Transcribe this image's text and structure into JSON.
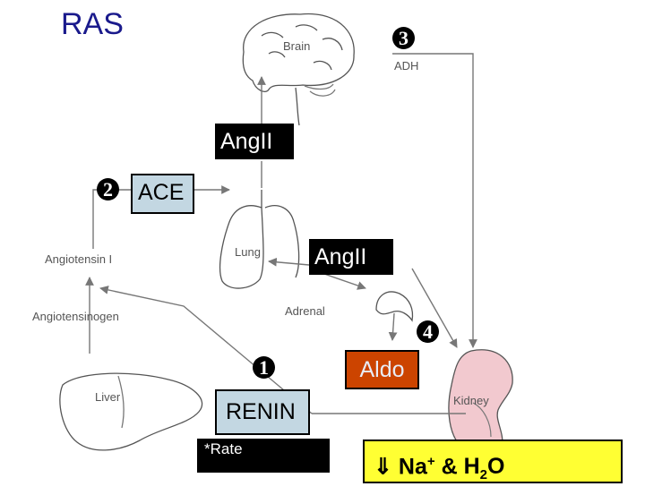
{
  "title": "RAS",
  "steps": {
    "one": "1",
    "two": "2",
    "three": "3",
    "four": "4"
  },
  "boxes": {
    "angii_top": "AngII",
    "ace": "ACE",
    "angii_mid": "AngII",
    "aldo": "Aldo",
    "renin": "RENIN",
    "rate": "*Rate",
    "effect_arrow": "⇓",
    "effect_na": "Na",
    "effect_plus": "+",
    "effect_amp": "&",
    "effect_h": "H",
    "effect_sub2": "2",
    "effect_o": "O"
  },
  "labels": {
    "brain": "Brain",
    "adh": "ADH",
    "lung": "Lung",
    "angiotensin_i": "Angiotensin I",
    "angiotensinogen": "Angiotensinogen",
    "adrenal": "Adrenal",
    "liver": "Liver",
    "kidney": "Kidney"
  },
  "colors": {
    "title": "#1a1a8c",
    "ace_fill": "#c3d7e2",
    "aldo_fill": "#cc4400",
    "effect_fill": "#ffff33",
    "kidney_fill": "#f2c9cf",
    "organ_stroke": "#555555",
    "arrow": "#777777"
  }
}
